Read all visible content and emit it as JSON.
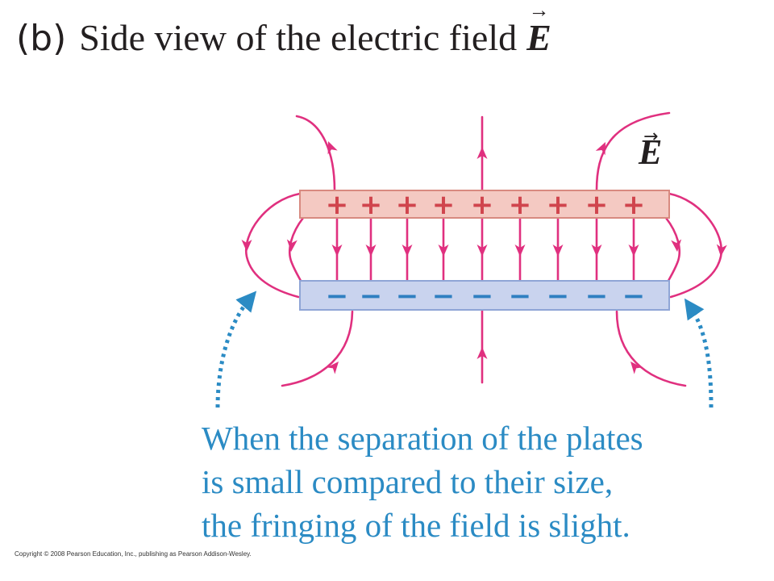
{
  "title": {
    "label": "(b)",
    "text": "Side view of the electric field",
    "symbol": "E",
    "vector_arrow": "→"
  },
  "diagram": {
    "field_label": "E",
    "field_vector_arrow": "→",
    "positive_plate": {
      "sign": "+",
      "charge_count": 9,
      "fill": "#f4c9c2",
      "stroke": "#d88a80",
      "sign_color": "#d0454d"
    },
    "negative_plate": {
      "sign": "−",
      "charge_count": 9,
      "fill": "#c9d3ee",
      "stroke": "#8fa5d6",
      "sign_color": "#2f7fc1"
    },
    "field_line_color": "#e0307f",
    "pointer_color": "#2b8bc4"
  },
  "caption": {
    "lines": [
      "When the separation of the plates",
      "is small compared to their size,",
      "the fringing of the field is slight."
    ]
  },
  "copyright": "Copyright © 2008 Pearson Education, Inc., publishing as Pearson Addison-Wesley."
}
